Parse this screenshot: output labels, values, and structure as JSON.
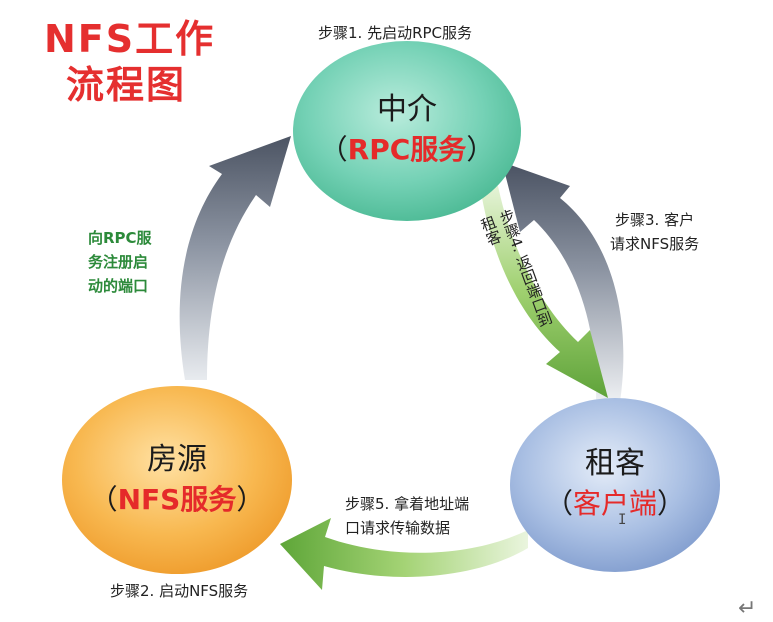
{
  "title": {
    "line1": "NFS工作",
    "line2": "流程图"
  },
  "nodes": {
    "broker": {
      "name": "中介",
      "open": "（",
      "role": "RPC服务",
      "close": "）"
    },
    "landlord": {
      "name": "房源",
      "open": "（",
      "role": "NFS服务",
      "close": "）"
    },
    "tenant": {
      "name": "租客",
      "open": "（",
      "role": "客户端",
      "close": "）"
    }
  },
  "steps": {
    "step1": "步骤1. 先启动RPC服务",
    "step2": "步骤2. 启动NFS服务",
    "step3": [
      "步骤3. 客户",
      "请求NFS服务"
    ],
    "step4": [
      "步骤4. 返回端口到",
      "租客"
    ],
    "step5": [
      "步骤5. 拿着地址端",
      "口请求传输数据"
    ]
  },
  "register_note": [
    "向RPC服",
    "务注册启",
    "动的端口"
  ],
  "colors": {
    "title": "#e52f2f",
    "broker_fill": "#6fcfb3",
    "landlord_fill": "#f7b64a",
    "tenant_fill": "#9fb6de",
    "arrow_dark": "#5a6272",
    "arrow_green": "#7ab84a",
    "note_green": "#2c8a3a"
  },
  "icons": {
    "cursor": "I",
    "return": "↵"
  }
}
